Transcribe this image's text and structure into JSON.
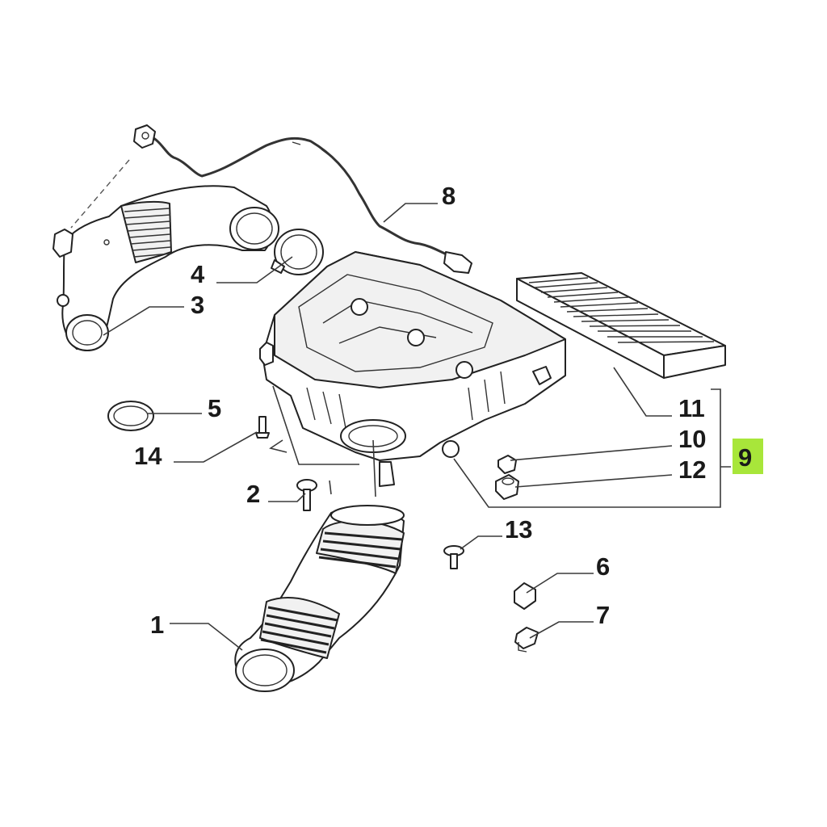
{
  "callouts": {
    "c1": "1",
    "c2": "2",
    "c3": "3",
    "c4": "4",
    "c5": "5",
    "c6": "6",
    "c7": "7",
    "c8": "8",
    "c9": "9",
    "c10": "10",
    "c11": "11",
    "c12": "12",
    "c13": "13",
    "c14": "14"
  },
  "colors": {
    "highlight": "#a8e63a",
    "ink": "#1a1a1a"
  }
}
